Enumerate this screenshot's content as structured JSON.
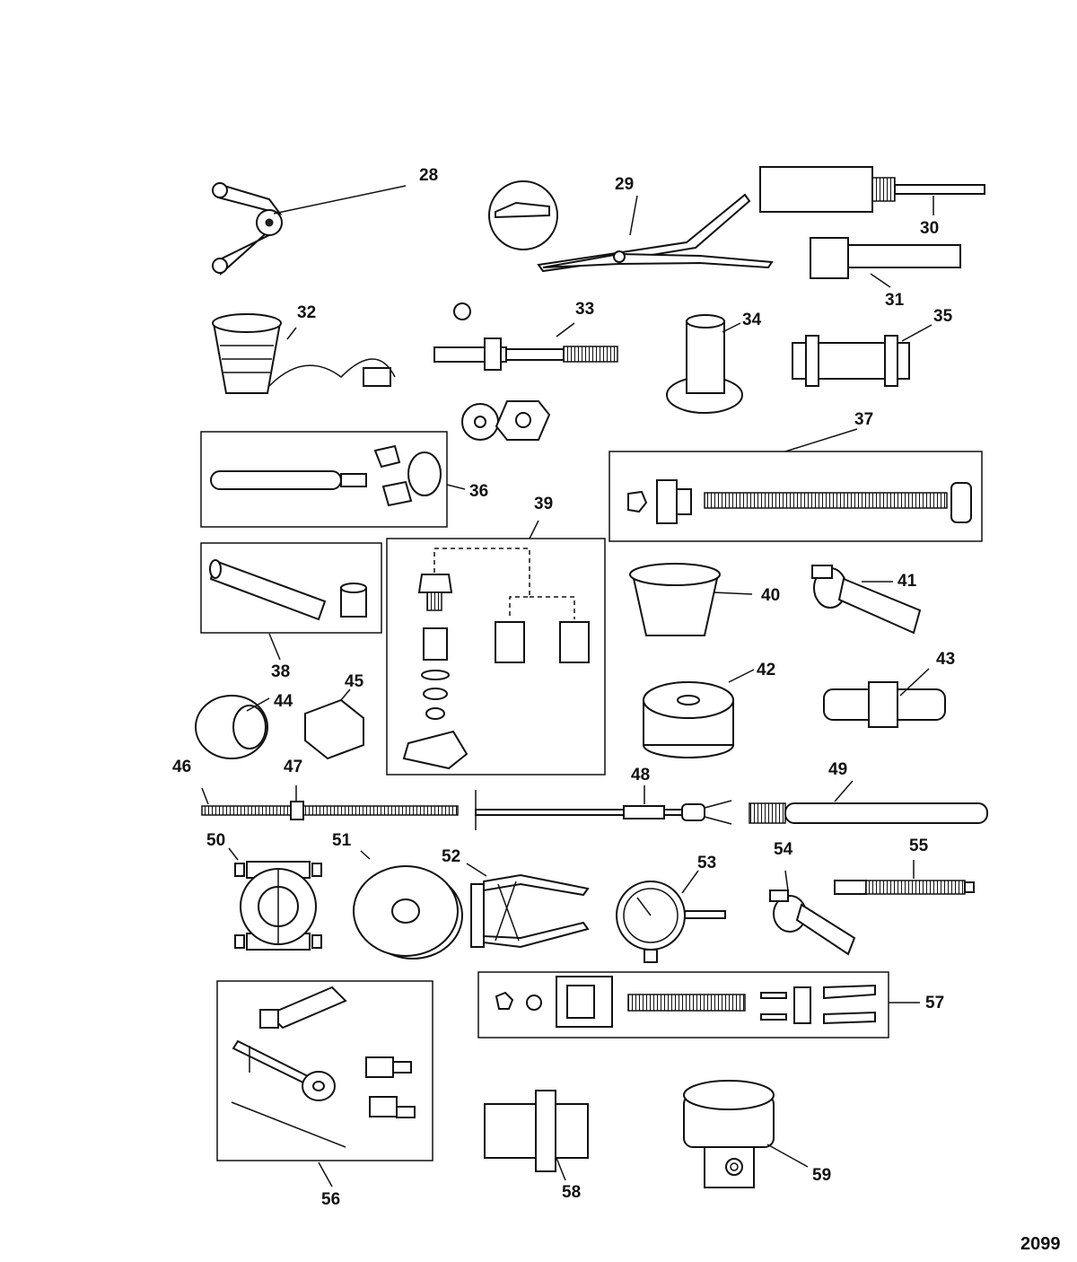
{
  "figure_number": "2099",
  "items": [
    {
      "id": "28",
      "icon": "adjustable-spanner-wrench-icon"
    },
    {
      "id": "29",
      "icon": "snap-ring-pliers-icon"
    },
    {
      "id": "30",
      "icon": "driver-rod-icon"
    },
    {
      "id": "31",
      "icon": "splined-socket-icon"
    },
    {
      "id": "32",
      "icon": "heat-lamp-icon"
    },
    {
      "id": "33",
      "icon": "shaft-puller-icon"
    },
    {
      "id": "34",
      "icon": "bearing-installer-icon"
    },
    {
      "id": "35",
      "icon": "bearing-driver-icon"
    },
    {
      "id": "36",
      "icon": "driver-kit-icon"
    },
    {
      "id": "37",
      "icon": "threaded-puller-kit-icon"
    },
    {
      "id": "38",
      "icon": "mandrel-kit-icon"
    },
    {
      "id": "39",
      "icon": "valve-kit-icon"
    },
    {
      "id": "40",
      "icon": "driver-cup-icon"
    },
    {
      "id": "41",
      "icon": "clamp-gauge-icon"
    },
    {
      "id": "42",
      "icon": "driver-disc-icon"
    },
    {
      "id": "43",
      "icon": "pilot-driver-icon"
    },
    {
      "id": "44",
      "icon": "nut-driver-icon"
    },
    {
      "id": "45",
      "icon": "hex-socket-icon"
    },
    {
      "id": "46",
      "icon": "threaded-rod-icon"
    },
    {
      "id": "47",
      "icon": "rod-nut-icon"
    },
    {
      "id": "48",
      "icon": "slide-hammer-icon"
    },
    {
      "id": "49",
      "icon": "driver-rod-long-icon"
    },
    {
      "id": "50",
      "icon": "bearing-separator-icon"
    },
    {
      "id": "51",
      "icon": "driver-plate-icon"
    },
    {
      "id": "52",
      "icon": "puller-jaws-icon"
    },
    {
      "id": "53",
      "icon": "dial-indicator-icon"
    },
    {
      "id": "54",
      "icon": "indicator-clamp-icon"
    },
    {
      "id": "55",
      "icon": "threaded-adapter-icon"
    },
    {
      "id": "56",
      "icon": "backlash-indicator-kit-icon"
    },
    {
      "id": "57",
      "icon": "puller-assembly-kit-icon"
    },
    {
      "id": "58",
      "icon": "coupler-driver-icon"
    },
    {
      "id": "59",
      "icon": "handle-driver-icon"
    }
  ]
}
